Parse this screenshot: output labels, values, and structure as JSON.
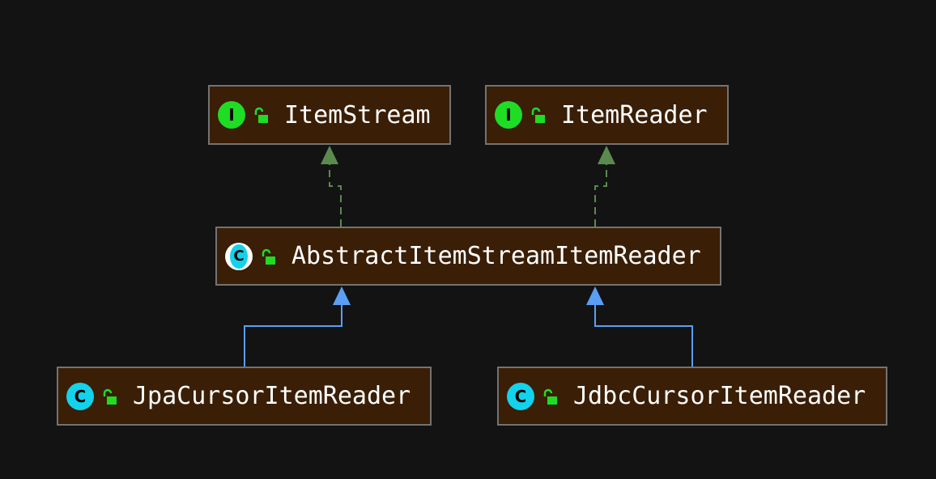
{
  "colors": {
    "background": "#131313",
    "node_fill": "#3a1e05",
    "node_border": "#737373",
    "interface_badge": "#1fdc24",
    "class_badge": "#13d2ec",
    "public_lock": "#1fdc24",
    "implements_edge": "#5b8a4f",
    "extends_edge": "#5b9ef5"
  },
  "nodes": {
    "item_stream": {
      "name": "ItemStream",
      "badge": "I",
      "kind": "interface",
      "icon": "unlocked-lock-icon"
    },
    "item_reader": {
      "name": "ItemReader",
      "badge": "I",
      "kind": "interface",
      "icon": "unlocked-lock-icon"
    },
    "abstract_reader": {
      "name": "AbstractItemStreamItemReader",
      "badge": "C",
      "kind": "abstract-class",
      "icon": "unlocked-lock-icon"
    },
    "jpa_reader": {
      "name": "JpaCursorItemReader",
      "badge": "C",
      "kind": "class",
      "icon": "unlocked-lock-icon"
    },
    "jdbc_reader": {
      "name": "JdbcCursorItemReader",
      "badge": "C",
      "kind": "class",
      "icon": "unlocked-lock-icon"
    }
  },
  "edges": [
    {
      "from": "abstract_reader",
      "to": "item_stream",
      "relation": "implements",
      "style": "dashed"
    },
    {
      "from": "abstract_reader",
      "to": "item_reader",
      "relation": "implements",
      "style": "dashed"
    },
    {
      "from": "jpa_reader",
      "to": "abstract_reader",
      "relation": "extends",
      "style": "solid"
    },
    {
      "from": "jdbc_reader",
      "to": "abstract_reader",
      "relation": "extends",
      "style": "solid"
    }
  ]
}
